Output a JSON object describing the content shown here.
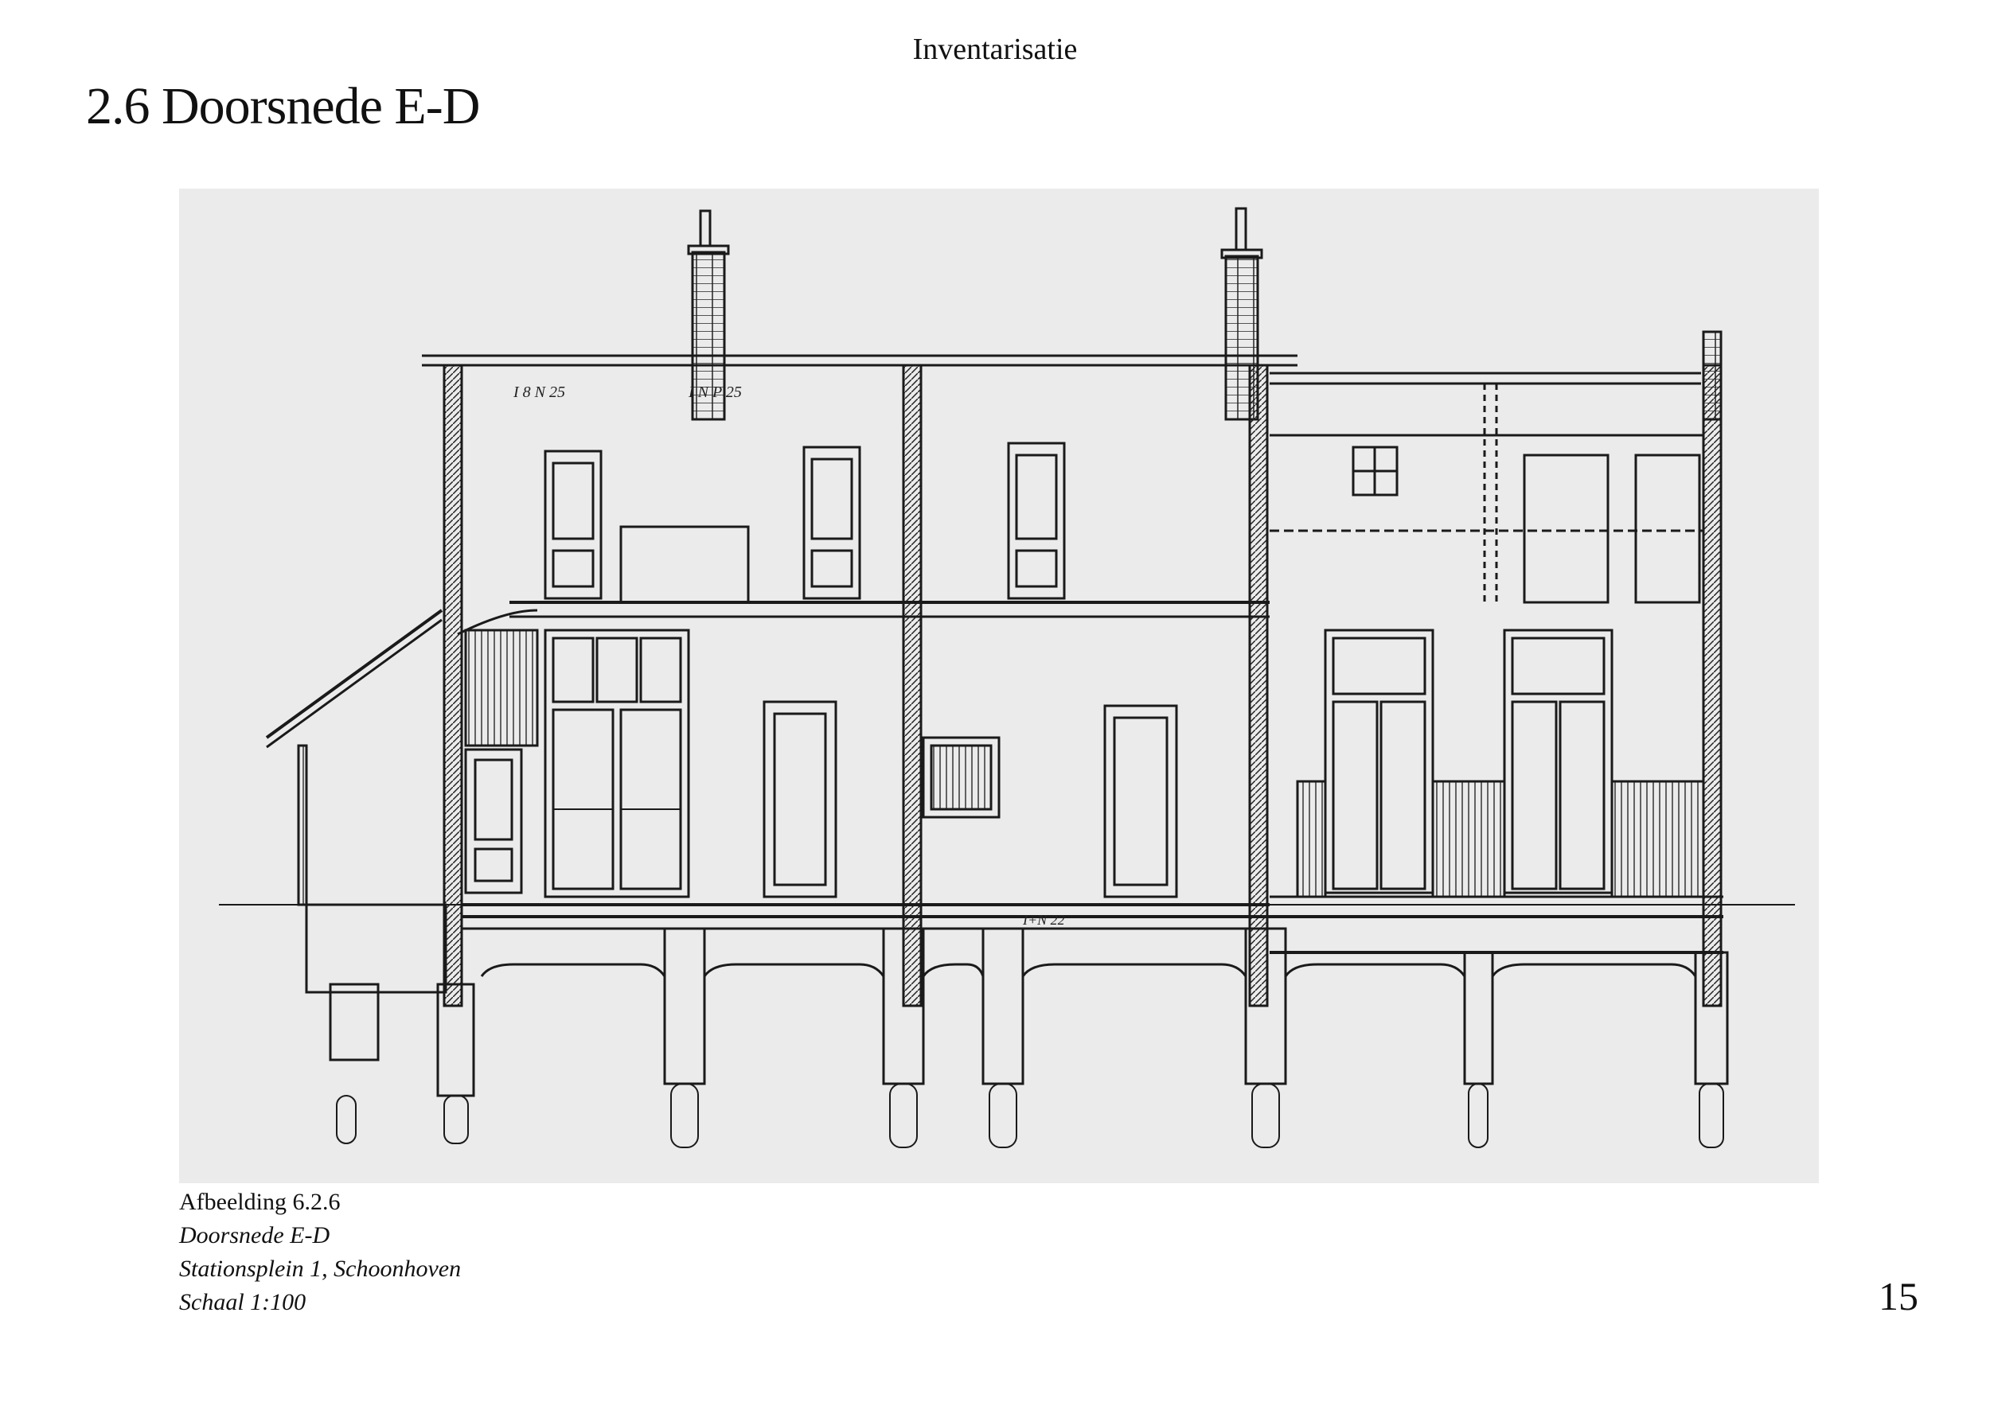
{
  "header": {
    "section_label": "Inventarisatie"
  },
  "page": {
    "title": "2.6 Doorsnede E-D",
    "number": "15"
  },
  "figure": {
    "caption_label": "Afbeelding 6.2.6",
    "caption_lines": [
      "Doorsnede E-D",
      "Stationsplein 1, Schoonhoven",
      "Schaal 1:100"
    ],
    "annotations": [
      "I 8 N 25",
      "I N P 25",
      "I+N 22"
    ]
  }
}
